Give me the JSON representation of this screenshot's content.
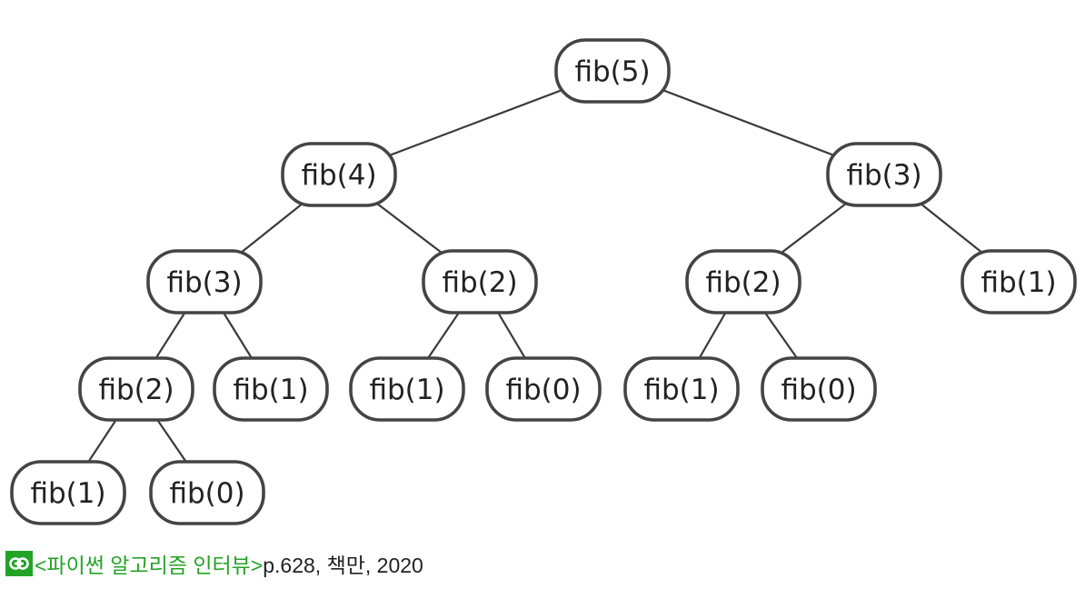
{
  "diagram": {
    "nodes": [
      {
        "id": "n0",
        "label": "fib(5)"
      },
      {
        "id": "n1",
        "label": "fib(4)"
      },
      {
        "id": "n2",
        "label": "fib(3)"
      },
      {
        "id": "n3",
        "label": "fib(3)"
      },
      {
        "id": "n4",
        "label": "fib(2)"
      },
      {
        "id": "n5",
        "label": "fib(2)"
      },
      {
        "id": "n6",
        "label": "fib(1)"
      },
      {
        "id": "n7",
        "label": "fib(2)"
      },
      {
        "id": "n8",
        "label": "fib(1)"
      },
      {
        "id": "n9",
        "label": "fib(1)"
      },
      {
        "id": "n10",
        "label": "fib(0)"
      },
      {
        "id": "n11",
        "label": "fib(1)"
      },
      {
        "id": "n12",
        "label": "fib(0)"
      },
      {
        "id": "n13",
        "label": "fib(1)"
      },
      {
        "id": "n14",
        "label": "fib(0)"
      }
    ],
    "edges": [
      [
        "n0",
        "n1"
      ],
      [
        "n0",
        "n2"
      ],
      [
        "n1",
        "n3"
      ],
      [
        "n1",
        "n4"
      ],
      [
        "n2",
        "n5"
      ],
      [
        "n2",
        "n6"
      ],
      [
        "n3",
        "n7"
      ],
      [
        "n3",
        "n8"
      ],
      [
        "n4",
        "n9"
      ],
      [
        "n4",
        "n10"
      ],
      [
        "n5",
        "n11"
      ],
      [
        "n5",
        "n12"
      ],
      [
        "n7",
        "n13"
      ],
      [
        "n7",
        "n14"
      ]
    ]
  },
  "caption": {
    "icon": "link-icon",
    "icon_color": "#23a325",
    "title": "<파이썬 알고리즘 인터뷰>",
    "source": " p.628, 책만, 2020"
  }
}
